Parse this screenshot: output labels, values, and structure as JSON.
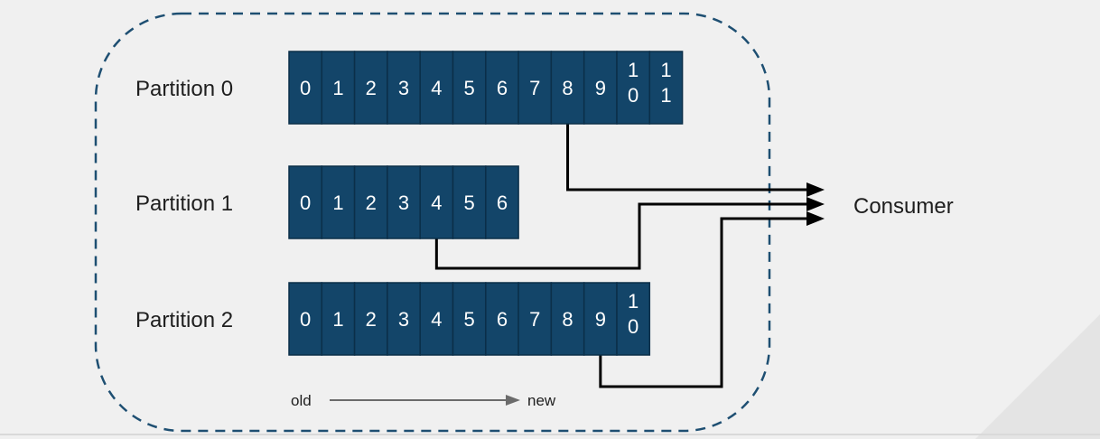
{
  "partitions": [
    {
      "label": "Partition 0",
      "offsets": [
        "0",
        "1",
        "2",
        "3",
        "4",
        "5",
        "6",
        "7",
        "8",
        "9",
        "10",
        "11"
      ],
      "consumer_position": "8"
    },
    {
      "label": "Partition 1",
      "offsets": [
        "0",
        "1",
        "2",
        "3",
        "4",
        "5",
        "6"
      ],
      "consumer_position": "4"
    },
    {
      "label": "Partition 2",
      "offsets": [
        "0",
        "1",
        "2",
        "3",
        "4",
        "5",
        "6",
        "7",
        "8",
        "9",
        "10"
      ],
      "consumer_position": "9"
    }
  ],
  "consumer": {
    "label": "Consumer"
  },
  "axis": {
    "old_label": "old",
    "new_label": "new"
  },
  "colors": {
    "cell_fill": "#134569",
    "cell_border": "#0b2f49",
    "cell_text": "#ffffff",
    "line": "#000000",
    "dashed_border": "#1e4f72",
    "axis_arrow": "#6b6b6b",
    "background": "#f0f0f0"
  }
}
